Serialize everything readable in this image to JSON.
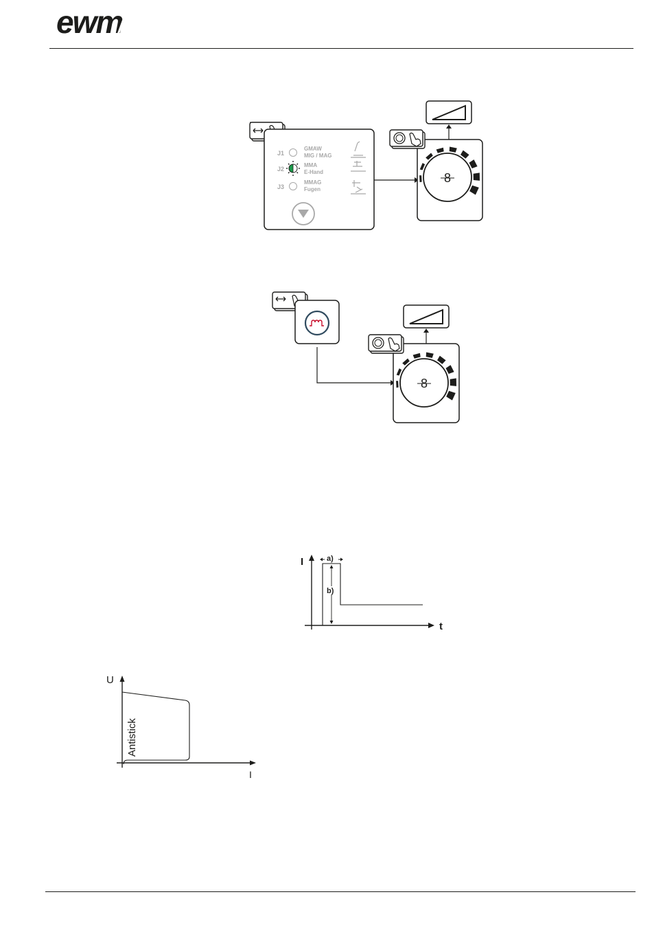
{
  "logo": {
    "text": "ewm"
  },
  "figure_mode_select": {
    "rows": [
      {
        "code": "J1",
        "line1": "GMAW",
        "line2": "MIG / MAG",
        "state": "off"
      },
      {
        "code": "J2",
        "line1": "MMA",
        "line2": "E-Hand",
        "state": "on"
      },
      {
        "code": "J3",
        "line1": "MMAG",
        "line2": "Fugen",
        "state": "off"
      }
    ],
    "knob_value": "8"
  },
  "figure_arcforce": {
    "knob_value": "8"
  },
  "chart_hotstart": {
    "y_label": "I",
    "x_label": "t",
    "label_a": "a)",
    "label_b": "b)"
  },
  "chart_antistick": {
    "y_label": "U",
    "x_label": "I",
    "curve_label": "Antistick"
  },
  "colors": {
    "ink": "#1d1d1b",
    "led_green": "#1a9a4a",
    "gray_text": "#a8a8a8",
    "red_icon": "#c8102e",
    "border_blue": "#2f4a5e"
  }
}
